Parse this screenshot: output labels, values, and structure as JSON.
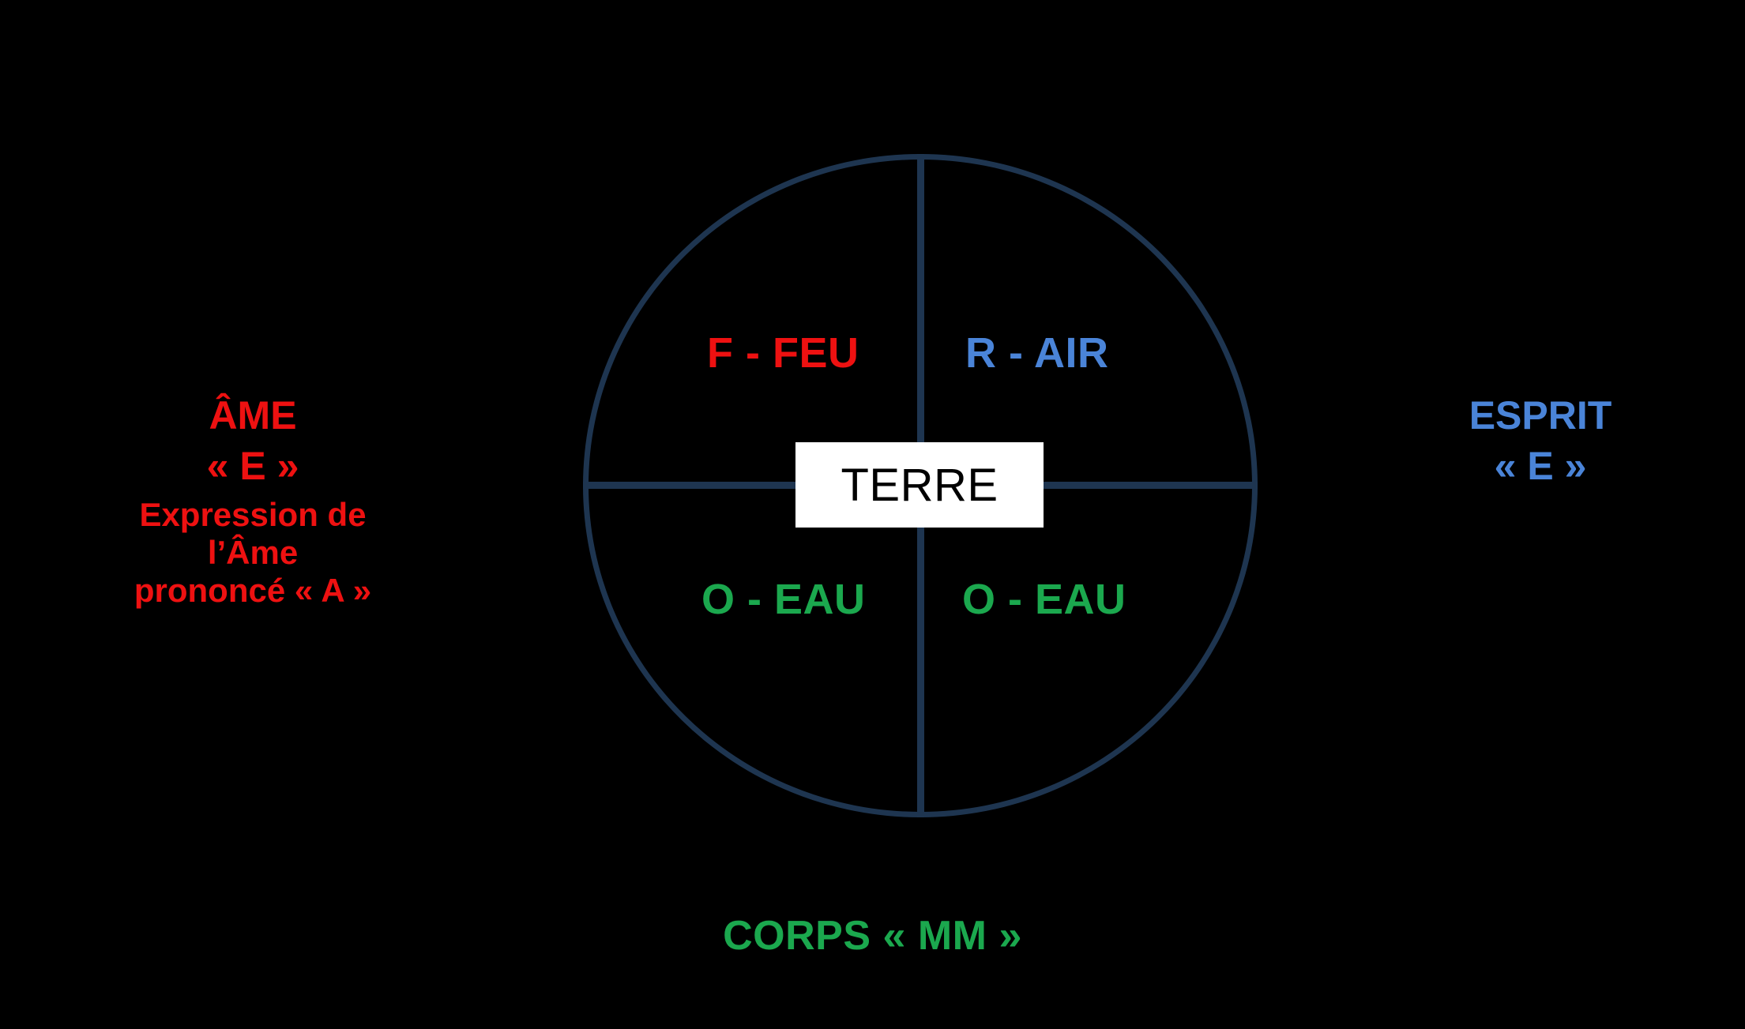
{
  "diagram": {
    "center": {
      "label": "TERRE"
    },
    "quadrants": [
      {
        "id": "top-left",
        "label": "F - FEU",
        "color": "#ee1111"
      },
      {
        "id": "top-right",
        "label": "R - AIR",
        "color": "#4a84d8"
      },
      {
        "id": "bottom-left",
        "label": "O - EAU",
        "color": "#1ba84e"
      },
      {
        "id": "bottom-right",
        "label": "O - EAU",
        "color": "#1ba84e"
      }
    ],
    "left_block": {
      "title": "ÂME",
      "letter": "« E »",
      "note_line1": "Expression de",
      "note_line2": "l’Âme",
      "note_line3": "prononcé « A »",
      "color": "#ee1111"
    },
    "right_block": {
      "title": "ESPRIT",
      "letter": "« E »",
      "color": "#4a84d8"
    },
    "bottom_block": {
      "label": "CORPS « MM »",
      "color": "#1ba84e"
    },
    "colors": {
      "background": "#000000",
      "stroke": "#1e3550",
      "center_box_fill": "#ffffff",
      "center_box_text": "#000000",
      "red": "#ee1111",
      "blue": "#4a84d8",
      "green": "#1ba84e"
    }
  }
}
